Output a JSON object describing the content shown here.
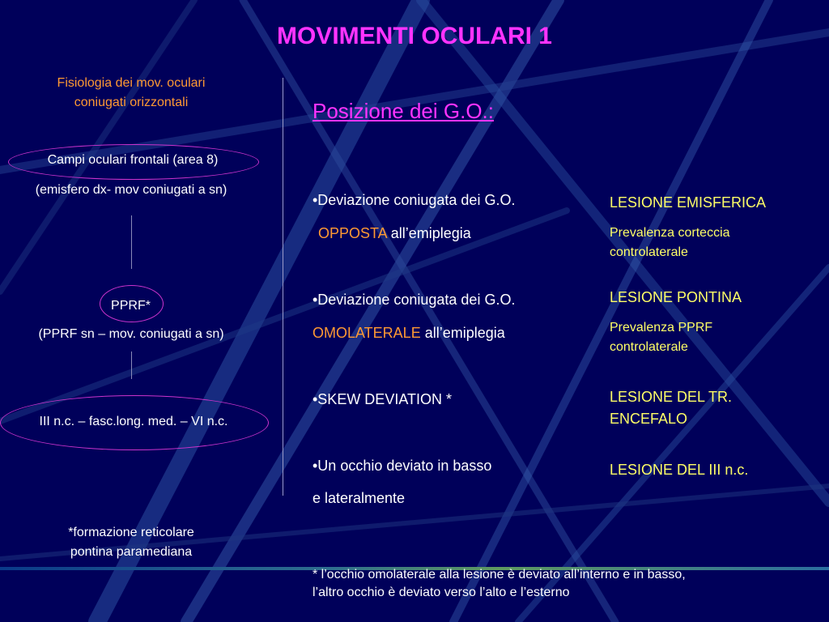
{
  "slide": {
    "title": "MOVIMENTI OCULARI 1",
    "left": {
      "subtitle_line1": "Fisiologia dei mov. oculari",
      "subtitle_line2": "coniugati orizzontali",
      "node1": "Campi oculari frontali (area 8)",
      "node1_note": "(emisfero dx- mov coniugati a sn)",
      "node2": "PPRF*",
      "node2_note": "(PPRF sn – mov. coniugati a sn)",
      "node3": "III n.c. – fasc.long. med. – VI n.c.",
      "footnote_line1": "*formazione reticolare",
      "footnote_line2": "pontina paramediana"
    },
    "heading": "Posizione dei G.O.:",
    "items": [
      {
        "line1": "•Deviazione coniugata dei G.O.",
        "highlight": "OPPOSTA",
        "rest": " all’emiplegia",
        "lesion": "LESIONE EMISFERICA",
        "note1": "Prevalenza corteccia",
        "note2": "controlaterale"
      },
      {
        "line1": "•Deviazione coniugata dei G.O.",
        "highlight": "OMOLATERALE",
        "rest": " all’emiplegia",
        "lesion": "LESIONE PONTINA",
        "note1": "Prevalenza PPRF",
        "note2": "controlaterale"
      },
      {
        "line1": "•SKEW DEVIATION *",
        "lesion1": "LESIONE DEL TR.",
        "lesion2": "ENCEFALO"
      },
      {
        "line1": "•Un occhio deviato in basso",
        "line2": " e lateralmente",
        "lesion": "LESIONE DEL III n.c."
      }
    ],
    "bottom_note1": "* l’occhio omolaterale alla lesione è deviato all’interno e in basso,",
    "bottom_note2": "l’altro occhio è deviato verso l’alto e l’esterno",
    "colors": {
      "background": "#00005a",
      "title": "#ff33ff",
      "lesion": "#ffff66",
      "highlight": "#ff9933"
    }
  }
}
